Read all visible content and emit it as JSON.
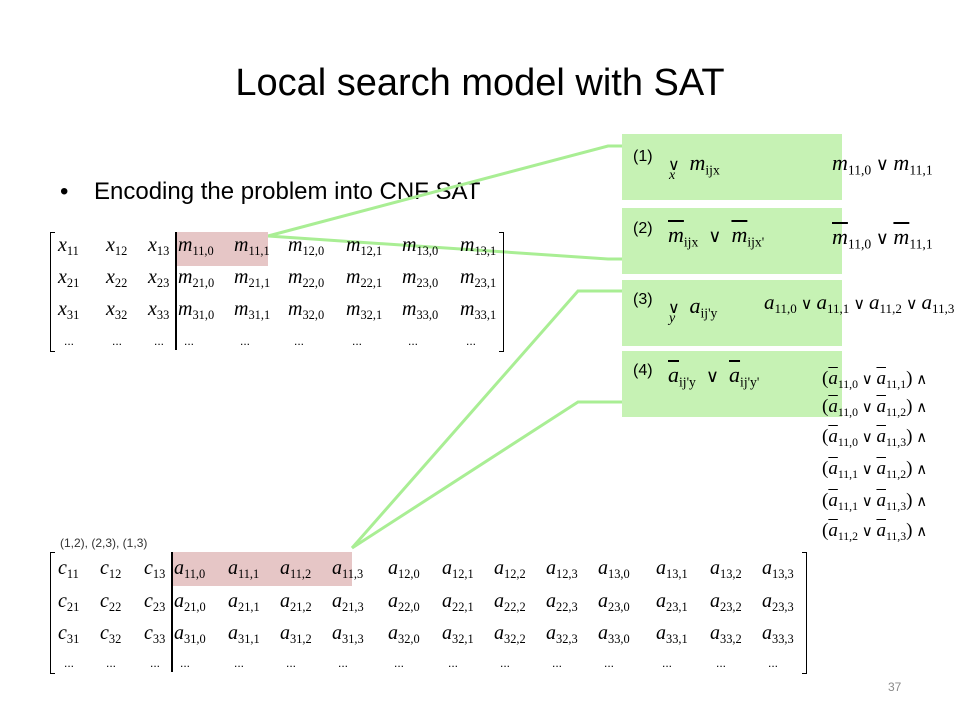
{
  "slide": {
    "title": "Local search model with SAT",
    "bullet": "Encoding the problem into CNF SAT",
    "page_number": "37",
    "seq_label": "(1,2), (2,3), (1,3)"
  },
  "colors": {
    "panel_fill": "#c6f2b4",
    "connector": "#a9ee94",
    "highlight": "#e6c6c6"
  },
  "matrix_top": {
    "rows": [
      [
        [
          "x",
          "11"
        ],
        [
          "x",
          "12"
        ],
        [
          "x",
          "13"
        ],
        [
          "m",
          "11,0"
        ],
        [
          "m",
          "11,1"
        ],
        [
          "m",
          "12,0"
        ],
        [
          "m",
          "12,1"
        ],
        [
          "m",
          "13,0"
        ],
        [
          "m",
          "13,1"
        ]
      ],
      [
        [
          "x",
          "21"
        ],
        [
          "x",
          "22"
        ],
        [
          "x",
          "23"
        ],
        [
          "m",
          "21,0"
        ],
        [
          "m",
          "21,1"
        ],
        [
          "m",
          "22,0"
        ],
        [
          "m",
          "22,1"
        ],
        [
          "m",
          "23,0"
        ],
        [
          "m",
          "23,1"
        ]
      ],
      [
        [
          "x",
          "31"
        ],
        [
          "x",
          "32"
        ],
        [
          "x",
          "33"
        ],
        [
          "m",
          "31,0"
        ],
        [
          "m",
          "31,1"
        ],
        [
          "m",
          "32,0"
        ],
        [
          "m",
          "32,1"
        ],
        [
          "m",
          "33,0"
        ],
        [
          "m",
          "33,1"
        ]
      ]
    ],
    "ellipsis": "..."
  },
  "matrix_bottom": {
    "rows": [
      [
        [
          "c",
          "11"
        ],
        [
          "c",
          "12"
        ],
        [
          "c",
          "13"
        ],
        [
          "a",
          "11,0"
        ],
        [
          "a",
          "11,1"
        ],
        [
          "a",
          "11,2"
        ],
        [
          "a",
          "11,3"
        ],
        [
          "a",
          "12,0"
        ],
        [
          "a",
          "12,1"
        ],
        [
          "a",
          "12,2"
        ],
        [
          "a",
          "12,3"
        ],
        [
          "a",
          "13,0"
        ],
        [
          "a",
          "13,1"
        ],
        [
          "a",
          "13,2"
        ],
        [
          "a",
          "13,3"
        ]
      ],
      [
        [
          "c",
          "21"
        ],
        [
          "c",
          "22"
        ],
        [
          "c",
          "23"
        ],
        [
          "a",
          "21,0"
        ],
        [
          "a",
          "21,1"
        ],
        [
          "a",
          "21,2"
        ],
        [
          "a",
          "21,3"
        ],
        [
          "a",
          "22,0"
        ],
        [
          "a",
          "22,1"
        ],
        [
          "a",
          "22,2"
        ],
        [
          "a",
          "22,3"
        ],
        [
          "a",
          "23,0"
        ],
        [
          "a",
          "23,1"
        ],
        [
          "a",
          "23,2"
        ],
        [
          "a",
          "23,3"
        ]
      ],
      [
        [
          "c",
          "31"
        ],
        [
          "c",
          "32"
        ],
        [
          "c",
          "33"
        ],
        [
          "a",
          "31,0"
        ],
        [
          "a",
          "31,1"
        ],
        [
          "a",
          "31,2"
        ],
        [
          "a",
          "31,3"
        ],
        [
          "a",
          "32,0"
        ],
        [
          "a",
          "32,1"
        ],
        [
          "a",
          "32,2"
        ],
        [
          "a",
          "32,3"
        ],
        [
          "a",
          "33,0"
        ],
        [
          "a",
          "33,1"
        ],
        [
          "a",
          "33,2"
        ],
        [
          "a",
          "33,3"
        ]
      ]
    ],
    "ellipsis": "..."
  },
  "constraints": [
    {
      "label": "(1)",
      "formula": "∨ m_ijx (x)",
      "example": "m11,0 ∨ m11,1"
    },
    {
      "label": "(2)",
      "formula": "¬m_ijx ∨ ¬m_ijx'",
      "example": "¬m11,0 ∨ ¬m11,1"
    },
    {
      "label": "(3)",
      "formula": "∨ a_ij'y (y)",
      "example": "a11,0 ∨ a11,1 ∨ a11,2 ∨ a11,3"
    },
    {
      "label": "(4)",
      "formula": "¬a_ij'y ∨ ¬a_ij'y'",
      "example": ""
    }
  ],
  "clauses": [
    [
      "11,0",
      "11,1"
    ],
    [
      "11,0",
      "11,2"
    ],
    [
      "11,0",
      "11,3"
    ],
    [
      "11,1",
      "11,2"
    ],
    [
      "11,1",
      "11,3"
    ],
    [
      "11,2",
      "11,3"
    ]
  ],
  "symbols": {
    "or": "∨",
    "and": "∧"
  }
}
